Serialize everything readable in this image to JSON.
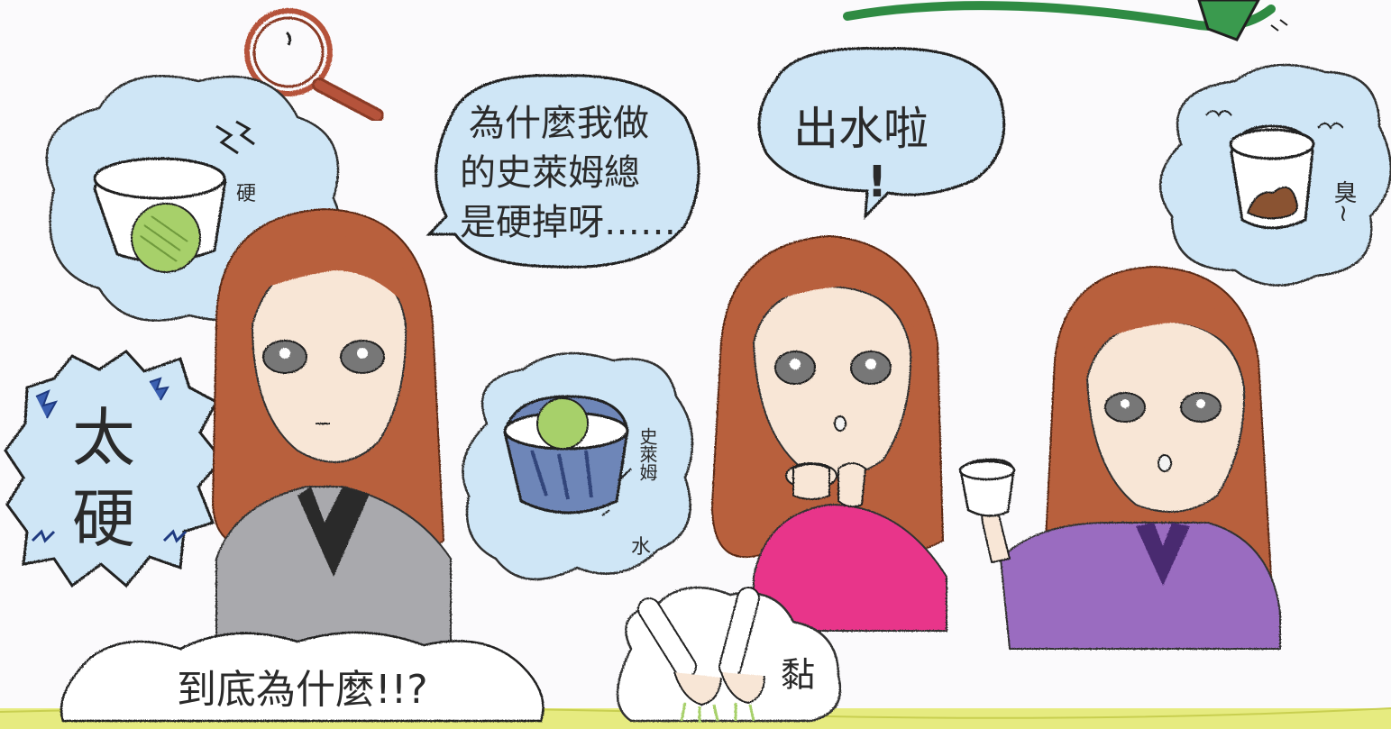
{
  "captions": {
    "speech_why_hard": "為什麼我做的史萊姆總是硬掉呀……",
    "too_hard": "太硬",
    "hard_small": "硬",
    "water_out": "出水啦",
    "exclaim": "!",
    "smelly": "臭~",
    "slime_label": "史萊姆",
    "water_label": "水",
    "sticky": "黏",
    "why_bottom": "到底為什麼!!?"
  },
  "colors": {
    "paper": "#fbfafc",
    "cloud_blue": "#cfe6f6",
    "hair_brown": "#b8603e",
    "skin": "#f8e6d6",
    "jacket_gray": "#a9a9ad",
    "jacket_pink": "#e8368a",
    "jacket_purple": "#9a6cc0",
    "slime_green": "#a7d06a",
    "bowl_blue": "#6e86b8",
    "leaf_green": "#2f8b43",
    "ground_yellow": "#e2e86a"
  },
  "icons": {
    "magnifier": "magnifying-glass-icon",
    "lightning": "lightning-bolt-icon",
    "leaf": "green-leaf-icon"
  }
}
